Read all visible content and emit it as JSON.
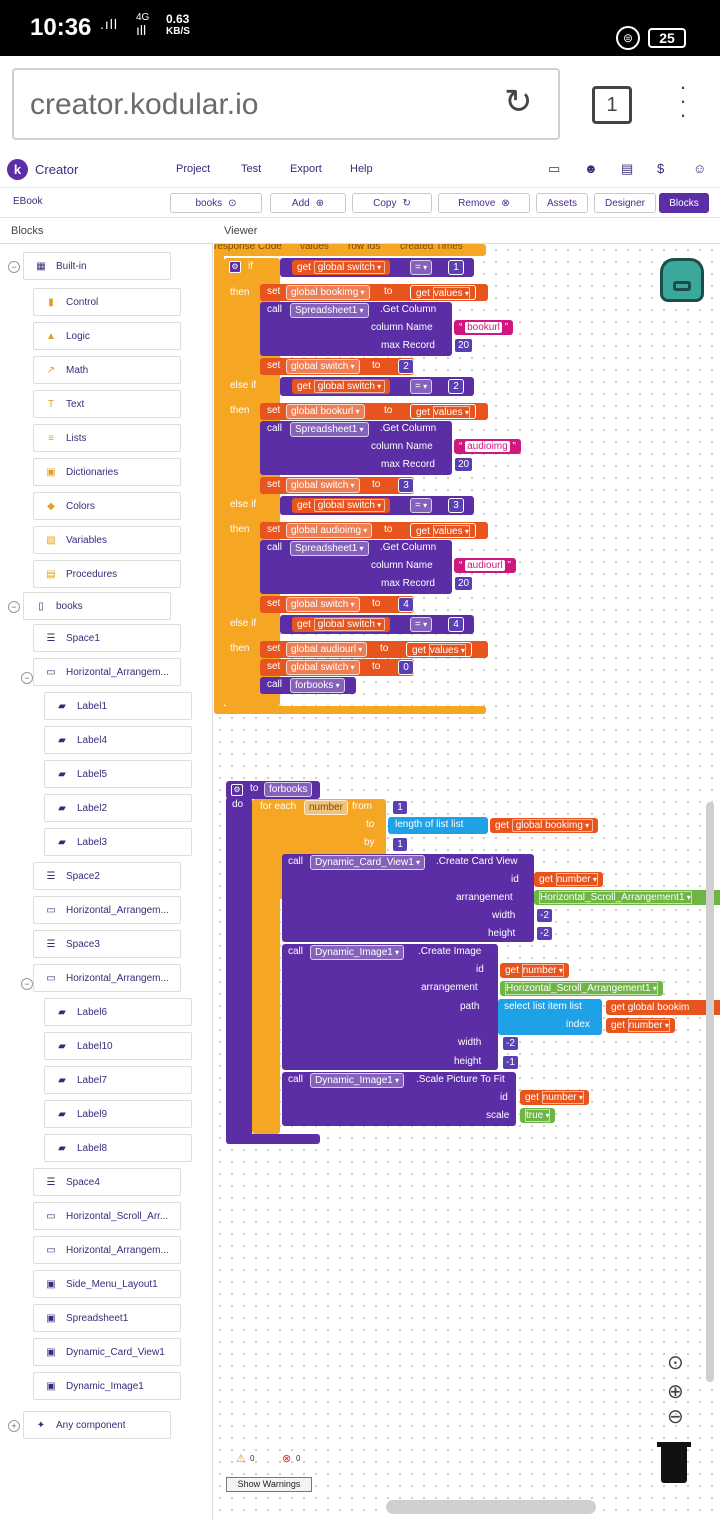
{
  "status": {
    "time": "10:36",
    "net": "4G",
    "speed_value": "0.63",
    "speed_unit": "KB/S",
    "battery": "25"
  },
  "browser": {
    "url": "creator.kodular.io",
    "tab_count": "1"
  },
  "app": {
    "brand": "Creator",
    "menu": [
      "Project",
      "Test",
      "Export",
      "Help"
    ]
  },
  "toolbar": {
    "project": "EBook",
    "screen": "books",
    "add": "Add",
    "copy": "Copy",
    "remove": "Remove",
    "assets": "Assets",
    "designer": "Designer",
    "blocks": "Blocks"
  },
  "panels": {
    "blocks_title": "Blocks",
    "viewer_title": "Viewer"
  },
  "tree": {
    "builtin": "Built-in",
    "builtin_items": [
      "Control",
      "Logic",
      "Math",
      "Text",
      "Lists",
      "Dictionaries",
      "Colors",
      "Variables",
      "Procedures"
    ],
    "screen": "books",
    "comp": [
      "Space1",
      "Horizontal_Arrangem...",
      "Label1",
      "Label4",
      "Label5",
      "Label2",
      "Label3",
      "Space2",
      "Horizontal_Arrangem...",
      "Space3",
      "Horizontal_Arrangem...",
      "Label6",
      "Label10",
      "Label7",
      "Label9",
      "Label8",
      "Space4",
      "Horizontal_Scroll_Arr...",
      "Horizontal_Arrangem...",
      "Side_Menu_Layout1",
      "Spreadsheet1",
      "Dynamic_Card_View1",
      "Dynamic_Image1"
    ],
    "any": "Any component"
  },
  "blocks": {
    "top_params": [
      "response Code",
      "values",
      "row Ids",
      "created Times"
    ],
    "kw_if": "if",
    "kw_then": "then",
    "kw_elseif": "else if",
    "kw_call": "call",
    "kw_set": "set",
    "kw_to": "to",
    "kw_get": "get",
    "kw_eq": "=",
    "get_switch": "global switch",
    "get_values": "values",
    "get_column": ".Get Column",
    "column_name": "column Name",
    "max_record": "max Record",
    "spreadsheet": "Spreadsheet1",
    "vars": [
      "global bookimg",
      "global bookurl",
      "global audioimg",
      "global audiourl"
    ],
    "cols": [
      "bookurl",
      "audioimg",
      "audiourl"
    ],
    "nums": [
      "1",
      "2",
      "3",
      "4",
      "0",
      "20"
    ],
    "call_forbooks": "forbooks",
    "proc_to": "to",
    "proc_name": "forbooks",
    "kw_do": "do",
    "foreach": "for each",
    "foreach_var": "number",
    "kw_from": "from",
    "kw_by": "by",
    "length_of_list": "length of list  list",
    "card_comp": "Dynamic_Card_View1",
    "create_card": ".Create Card View",
    "kw_id": "id",
    "kw_arrangement": "arrangement",
    "kw_width": "width",
    "kw_height": "height",
    "get_number": "number",
    "hsa": "Horizontal_Scroll_Arrangement1",
    "img_comp": "Dynamic_Image1",
    "create_image": ".Create Image",
    "kw_path": "path",
    "select_list_item": "select list item  list",
    "kw_index": "index",
    "global_bookim": "global bookim",
    "neg2": "-2",
    "neg1": "-1",
    "scale_fit": ".Scale Picture To Fit",
    "kw_scale": "scale",
    "true_val": "true"
  },
  "warnings": {
    "warn_count": "0",
    "err_count": "0",
    "show": "Show Warnings"
  },
  "colors": {
    "accent": "#5b2ea6",
    "if_orange": "#f5a623",
    "set_orange": "#e8541d",
    "proc_purple": "#5b2ea6",
    "list_blue": "#1ea1e6",
    "comp_green": "#6fb544",
    "text_pink": "#d0177f"
  }
}
